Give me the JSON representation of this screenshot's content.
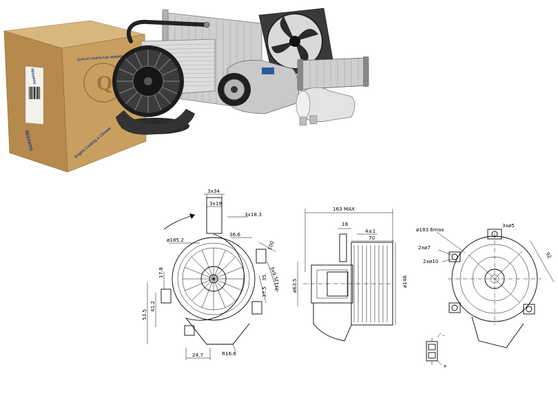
{
  "product_photo": {
    "box_brand": "Nissens",
    "box_side_text": "Engine Cooling & Climate",
    "box_front_text": "QUALITY PARTS FOR INDEPENDENT AFTERMARKET"
  },
  "drawing": {
    "front_view": {
      "d1": "3x34",
      "d2": "3x19",
      "d3": "3x18.3",
      "d4": "36.6",
      "d5": "ø185.2",
      "d6": "100",
      "d7": "3x9.5",
      "d8": "35",
      "d9": "37.5",
      "d10": "3x11",
      "d11": "17.8",
      "d12": "41.2",
      "d13": "53.5",
      "d14": "24.7",
      "d15": "R16.8"
    },
    "side_view": {
      "d1": "163 MAX",
      "d2": "18",
      "d3": "4±1",
      "d4": "70",
      "d5": "ø63.5",
      "d6": "ø146"
    },
    "rear_view": {
      "d1": "ø183.6max",
      "d2": "3xø5",
      "d3": "2xø7",
      "d4": "2xø10",
      "d5": "92"
    },
    "connector": {
      "minus": "–",
      "plus": "+"
    }
  }
}
